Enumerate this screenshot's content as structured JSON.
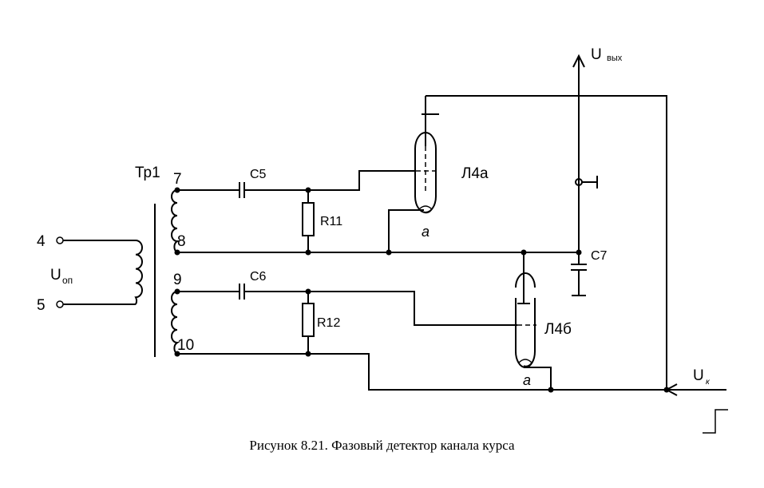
{
  "labels": {
    "transformer": "Тр1",
    "pin4": "4",
    "pin5": "5",
    "pin7": "7",
    "pin8": "8",
    "pin9": "9",
    "pin10": "10",
    "u_ref_main": "U",
    "u_ref_sub": "оп",
    "c5": "C5",
    "c6": "C6",
    "c7": "C7",
    "r11": "R11",
    "r12": "R12",
    "tube_a": "Л4а",
    "tube_b": "Л4б",
    "anode_a": "a",
    "anode_b": "a",
    "u_out_main": "U",
    "u_out_sub": "вых",
    "u_k_main": "U",
    "u_k_sub": "к"
  },
  "caption": "Рисунок 8.21. Фазовый детектор канала курса"
}
